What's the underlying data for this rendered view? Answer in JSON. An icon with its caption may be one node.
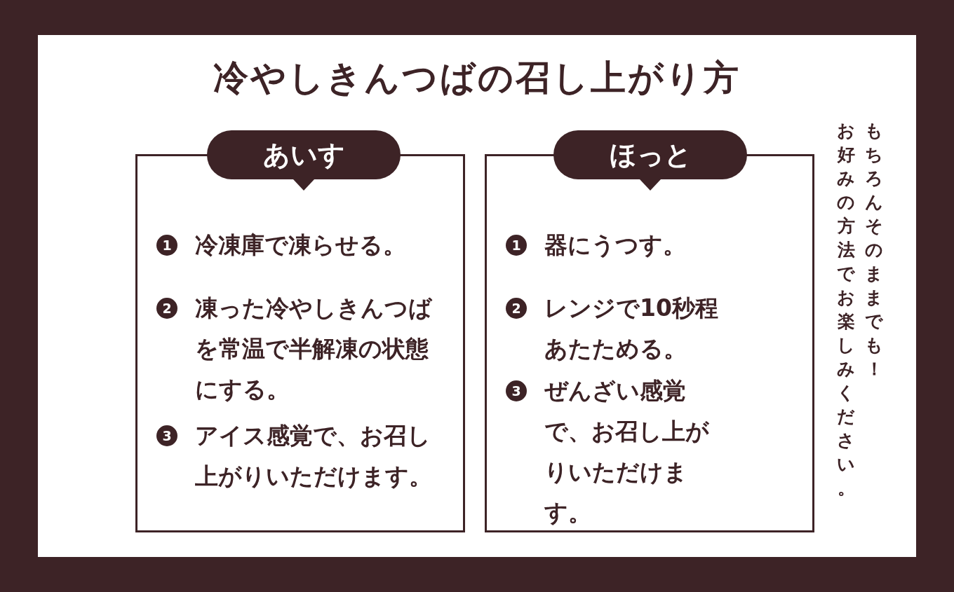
{
  "diagram": {
    "title": "冷やしきんつばの召し上がり方",
    "nodes": [
      {
        "text": [
          "あいす"
        ]
      },
      {
        "text": [
          "1"
        ],
        "in": 0,
        "beside": [
          "冷凍庫で凍らせる。"
        ]
      },
      {
        "text": [
          "2"
        ],
        "in": 0,
        "beside": [
          "凍った冷やしきんつばを常温で半解凍の状態にする。"
        ]
      },
      {
        "text": [
          "3"
        ],
        "in": 0,
        "beside": [
          "アイス感覚で、お召し上がりいただけます。"
        ]
      },
      {
        "text": [
          "ほっと"
        ]
      },
      {
        "text": [
          "1"
        ],
        "in": 4,
        "beside": [
          "器にうつす。"
        ]
      },
      {
        "text": [
          "2"
        ],
        "in": 4,
        "beside": [
          "レンジで10秒程あたためる。"
        ]
      },
      {
        "text": [
          "3"
        ],
        "in": 4,
        "beside": [
          "ぜんざい感覚で、お召し上がりいただけます。"
        ]
      }
    ],
    "labels": [
      "もちろんそのままでも！",
      "お好みの方法でお楽しみください。"
    ]
  }
}
